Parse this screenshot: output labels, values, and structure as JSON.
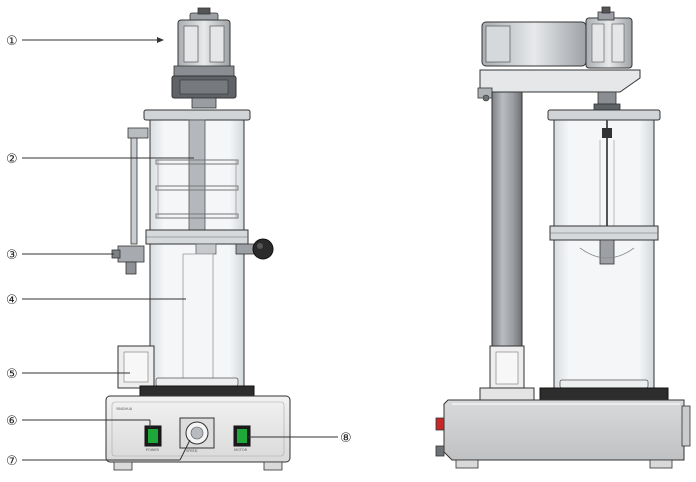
{
  "callouts": [
    {
      "id": 1,
      "label": "①"
    },
    {
      "id": 2,
      "label": "②"
    },
    {
      "id": 3,
      "label": "③"
    },
    {
      "id": 4,
      "label": "④"
    },
    {
      "id": 5,
      "label": "⑤"
    },
    {
      "id": 6,
      "label": "⑥"
    },
    {
      "id": 7,
      "label": "⑦"
    },
    {
      "id": 8,
      "label": "⑧"
    }
  ],
  "colors": {
    "line": "#333333",
    "glass": "#e9eef2",
    "metal": "#c4c7ca",
    "dark_metal": "#6e7276",
    "base": "#e6e6e6",
    "switch_green": "#1fa83a",
    "knob": "#2b2b2b",
    "indicator_red": "#c62828"
  }
}
